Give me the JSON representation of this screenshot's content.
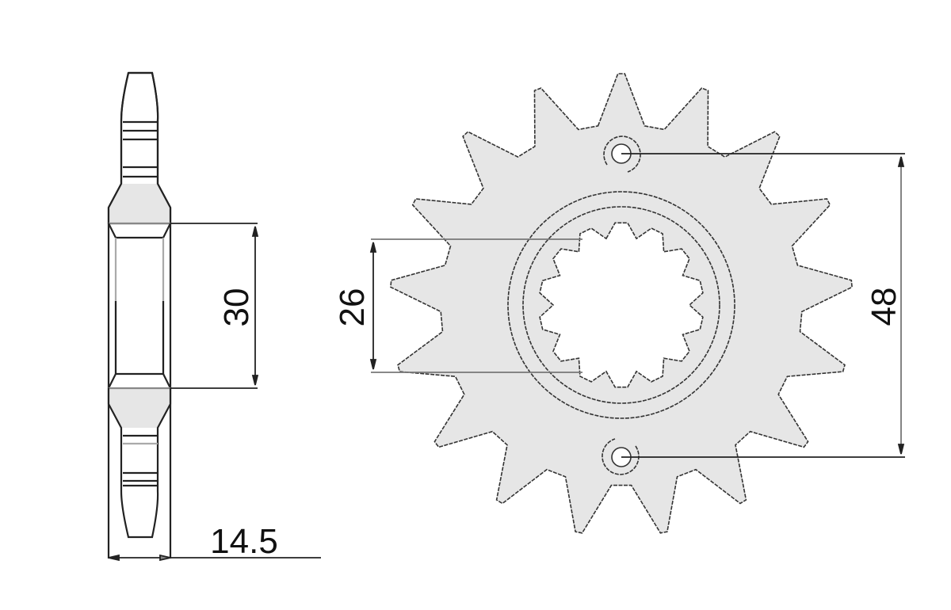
{
  "drawing": {
    "subject": "front sprocket technical drawing",
    "fill_color": "#e6e6e6",
    "line_color": "#222222",
    "outer_teeth": 17,
    "spline_teeth": 14
  },
  "dimensions": {
    "width": "14.5",
    "hub_side": "30",
    "spline": "26",
    "bolt_spacing": "48"
  }
}
